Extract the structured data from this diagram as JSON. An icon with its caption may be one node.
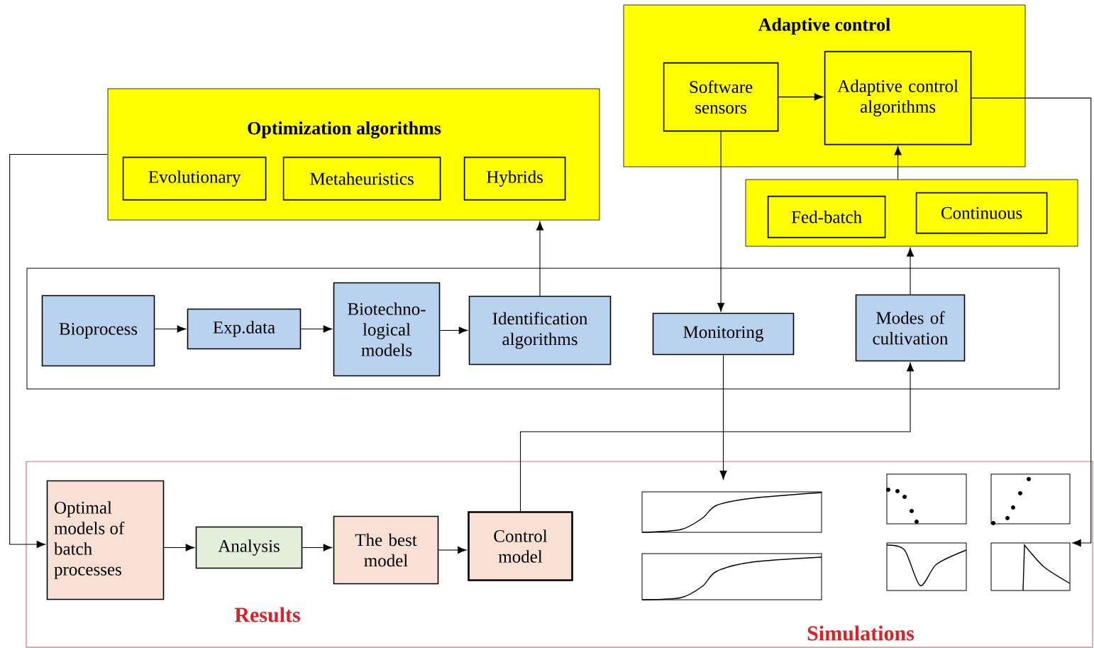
{
  "diagram": {
    "nodes": [
      {
        "text": [
          "Optimization algorithms"
        ]
      },
      {
        "text": [
          "Evolutionary"
        ],
        "in": 0
      },
      {
        "text": [
          "Metaheuristics"
        ],
        "in": 0
      },
      {
        "text": [
          "Hybrids"
        ],
        "in": 0
      },
      {
        "text": [
          "Adaptive control"
        ]
      },
      {
        "text": [
          "Software sensors"
        ],
        "in": 4
      },
      {
        "text": [
          "Adaptive control algorithms"
        ],
        "in": 4
      },
      {
        "text": [],
        "shape": "box"
      },
      {
        "text": [
          "Fed-batch"
        ],
        "in": 7
      },
      {
        "text": [
          "Continuous"
        ],
        "in": 7
      },
      {
        "text": [],
        "shape": "box"
      },
      {
        "text": [
          "Bioprocess"
        ],
        "in": 10
      },
      {
        "text": [
          "Exp.data"
        ],
        "in": 10
      },
      {
        "text": [
          "Biotechno-logical models"
        ],
        "in": 10
      },
      {
        "text": [
          "Identification algorithms"
        ],
        "in": 10
      },
      {
        "text": [
          "Monitoring"
        ],
        "in": 10
      },
      {
        "text": [
          "Modes of cultivation"
        ],
        "in": 10
      },
      {
        "text": [
          "Results",
          "Simulations"
        ]
      },
      {
        "text": [
          "Optimal models of batch processes"
        ],
        "in": 17
      },
      {
        "text": [
          "Analysis"
        ],
        "in": 17
      },
      {
        "text": [
          "The best model"
        ],
        "in": 17
      },
      {
        "text": [
          "Control model"
        ],
        "in": 17
      },
      {
        "text": [],
        "shape": "picture",
        "in": 17
      },
      {
        "text": [],
        "shape": "picture",
        "in": 17
      }
    ],
    "edges": [
      {
        "from": 11,
        "to": 12,
        "arrow": "to"
      },
      {
        "from": 12,
        "to": 13,
        "arrow": "to"
      },
      {
        "from": 13,
        "to": 14,
        "arrow": "to"
      },
      {
        "from": 14,
        "to": 0,
        "arrow": "to"
      },
      {
        "from": 5,
        "to": 6,
        "arrow": "to"
      },
      {
        "from": 5,
        "to": 15,
        "arrow": "to"
      },
      {
        "from": 15,
        "to": 22,
        "arrow": "to"
      },
      {
        "from": 21,
        "to": 16,
        "arrow": "to"
      },
      {
        "from": 16,
        "to": 7,
        "arrow": "to"
      },
      {
        "from": 7,
        "to": 6,
        "arrow": "to"
      },
      {
        "from": 6,
        "to": 23,
        "arrow": "to"
      },
      {
        "from": 0,
        "to": 18,
        "arrow": "to"
      },
      {
        "from": 18,
        "to": 19,
        "arrow": "to"
      },
      {
        "from": 19,
        "to": 20,
        "arrow": "to"
      },
      {
        "from": 20,
        "to": 21,
        "arrow": "to"
      }
    ]
  }
}
